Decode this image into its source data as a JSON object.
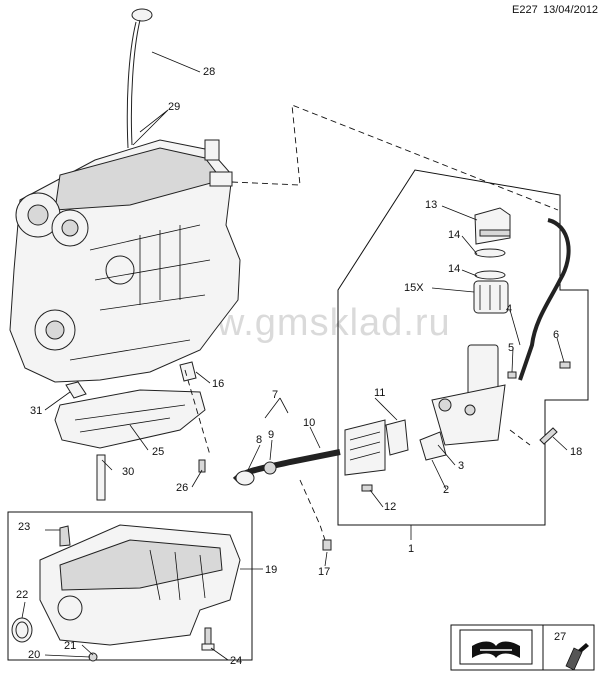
{
  "header": {
    "code": "E227",
    "date": "13/04/2012"
  },
  "watermark": "www.gmsklad.ru",
  "callouts": {
    "c1": "1",
    "c2": "2",
    "c3": "3",
    "c4": "4",
    "c5": "5",
    "c6": "6",
    "c7": "7",
    "c8": "8",
    "c9": "9",
    "c10": "10",
    "c11": "11",
    "c12": "12",
    "c13": "13",
    "c14a": "14",
    "c14b": "14",
    "c15x": "15X",
    "c16": "16",
    "c17": "17",
    "c18": "18",
    "c19": "19",
    "c20": "20",
    "c21": "21",
    "c22": "22",
    "c23": "23",
    "c24": "24",
    "c25": "25",
    "c26": "26",
    "c27": "27",
    "c28": "28",
    "c29": "29",
    "c30": "30",
    "c31": "31"
  },
  "icons": {
    "manual": "open-book-wrench-icon",
    "sealant": "sealant-tube-icon"
  }
}
